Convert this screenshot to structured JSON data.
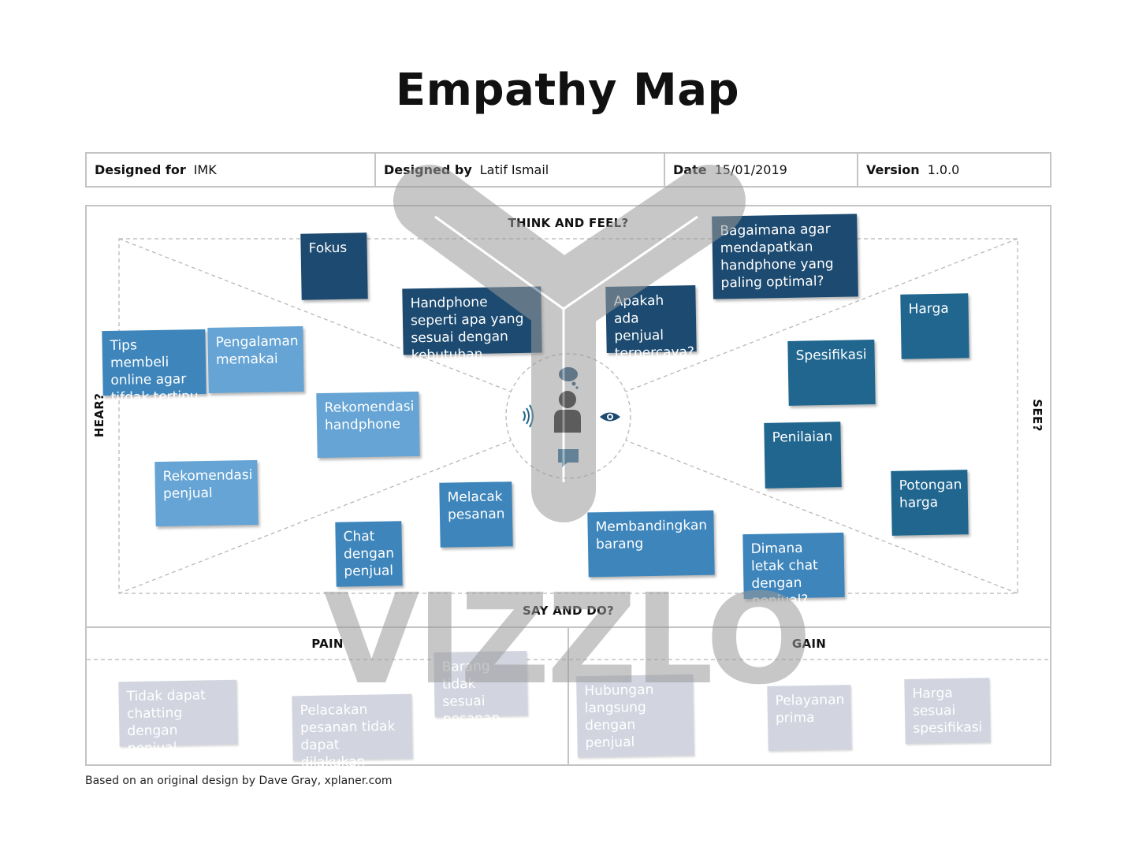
{
  "title": "Empathy Map",
  "info": {
    "designed_for_label": "Designed for",
    "designed_for": "IMK",
    "designed_by_label": "Designed by",
    "designed_by": "Latif Ismail",
    "date_label": "Date",
    "date": "15/01/2019",
    "version_label": "Version",
    "version": "1.0.0"
  },
  "sections": {
    "think_feel": "THINK AND FEEL?",
    "hear": "HEAR?",
    "see": "SEE?",
    "say_do": "SAY AND DO?",
    "pain": "PAIN",
    "gain": "GAIN"
  },
  "center_icons": [
    "thought-bubble-icon",
    "sound-waves-icon",
    "person-icon",
    "eye-icon",
    "speech-bubble-icon"
  ],
  "notes": {
    "think_feel": [
      "Fokus",
      "Handphone seperti apa yang sesuai dengan kebutuhan",
      "Apakah ada penjual terpercaya?",
      "Bagaimana agar mendapatkan handphone yang paling optimal?"
    ],
    "hear": [
      "Tips membeli online agar tifdak tertipu",
      "Pengalaman memakai",
      "Rekomendasi handphone",
      "Rekomendasi penjual"
    ],
    "see": [
      "Harga",
      "Spesifikasi",
      "Penilaian",
      "Potongan harga"
    ],
    "say_do": [
      "Melacak pesanan",
      "Chat dengan penjual",
      "Membandingkan barang",
      "Dimana letak chat dengan penjual?"
    ],
    "pain": [
      "Tidak dapat chatting dengan penjual",
      "Pelacakan pesanan tidak dapat dilakukan",
      "Barang tidak sesuai pesanan"
    ],
    "gain": [
      "Hubungan langsung dengan penjual",
      "Pelayanan prima",
      "Harga sesuai spesifikasi"
    ]
  },
  "colors": {
    "dark_note": "#1c4a70",
    "mid_note": "#20668f",
    "medium_note": "#3d85bb",
    "light_note": "#65a4d4",
    "grey_note": "#d2d5e0",
    "watermark": "#9a9a9a"
  },
  "watermark": "VIZZLO",
  "footer": "Based on an original design by Dave Gray, xplaner.com"
}
